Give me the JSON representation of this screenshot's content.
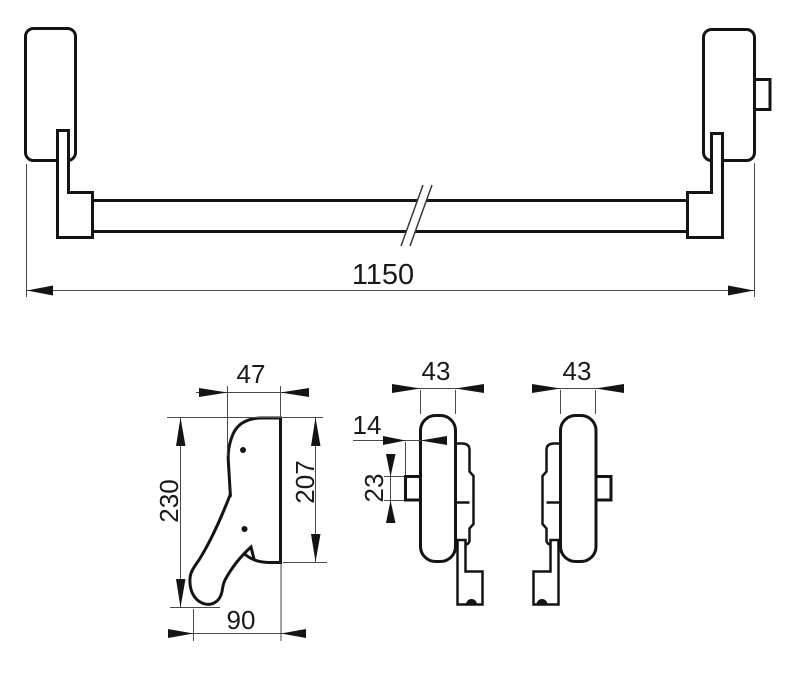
{
  "colors": {
    "outline": "#141414",
    "dimension_lines": "#4a4a4a",
    "background": "#ffffff"
  },
  "dimensions": {
    "front": {
      "length": "1150"
    },
    "lever_view": {
      "width": "47",
      "total_height": "230",
      "body_height": "207",
      "lever_reach": "90"
    },
    "latch_view": {
      "width": "43",
      "latch_projection": "14",
      "latch_height": "23"
    },
    "case_view": {
      "width": "43"
    }
  }
}
